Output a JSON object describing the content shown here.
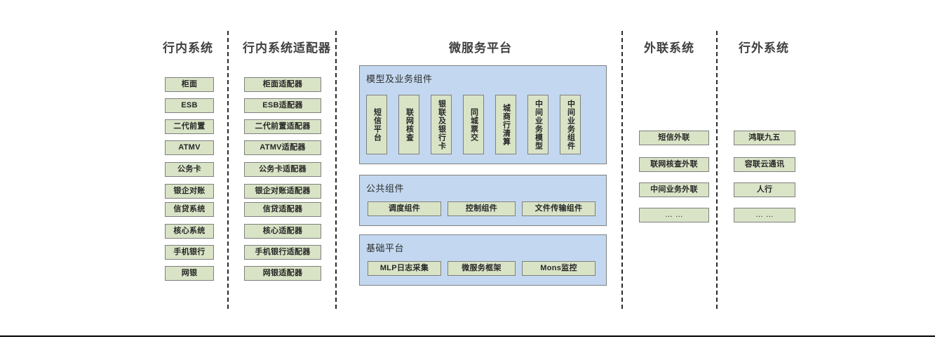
{
  "columns": [
    {
      "id": "internal-systems",
      "title": "行内系统",
      "items": [
        "柜面",
        "ESB",
        "二代前置",
        "ATMV",
        "公务卡",
        "银企对账",
        "信贷系统",
        "核心系统",
        "手机银行",
        "网银"
      ]
    },
    {
      "id": "internal-system-adapters",
      "title": "行内系统适配器",
      "items": [
        "柜面适配器",
        "ESB适配器",
        "二代前置适配器",
        "ATMV适配器",
        "公务卡适配器",
        "银企对账适配器",
        "信贷适配器",
        "核心适配器",
        "手机银行适配器",
        "网银适配器"
      ]
    },
    {
      "id": "microservice-platform",
      "title": "微服务平台"
    },
    {
      "id": "external-link-systems",
      "title": "外联系统",
      "items": [
        "短信外联",
        "联网核查外联",
        "中间业务外联",
        "… …"
      ]
    },
    {
      "id": "outside-bank-systems",
      "title": "行外系统",
      "items": [
        "鸿联九五",
        "容联云通讯",
        "人行",
        "… …"
      ]
    }
  ],
  "platform": {
    "panels": [
      {
        "id": "model-business-components",
        "label": "模型及业务组件",
        "orientation": "vertical",
        "items": [
          "短信平台",
          "联网核查",
          "银联及银行卡",
          "同城票交",
          "城商行清算",
          "中间业务模型",
          "中间业务组件"
        ]
      },
      {
        "id": "public-components",
        "label": "公共组件",
        "orientation": "horizontal",
        "items": [
          "调度组件",
          "控制组件",
          "文件传输组件"
        ]
      },
      {
        "id": "base-platform",
        "label": "基础平台",
        "orientation": "horizontal",
        "items": [
          "MLP日志采集",
          "微服务框架",
          "Mons监控"
        ]
      }
    ]
  },
  "colors": {
    "green_fill": "#d9e3c6",
    "green_border": "#7f7f7f",
    "blue_fill": "#c3d8f0",
    "blue_border": "#7f7f7f",
    "divider": "#2b2b2b",
    "title_text": "#3f3f3f"
  }
}
